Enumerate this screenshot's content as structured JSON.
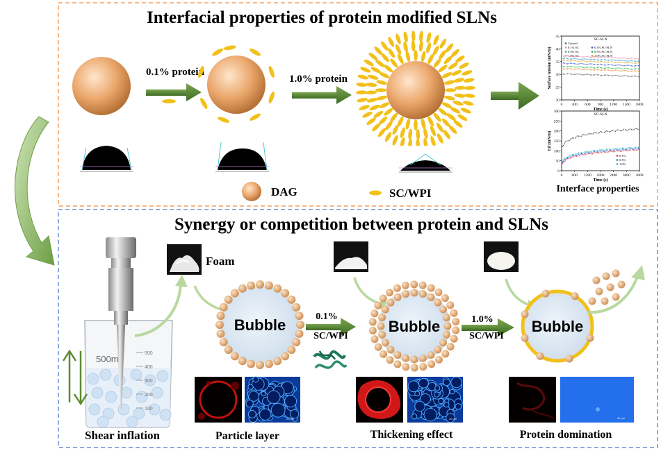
{
  "top_panel": {
    "title": "Interfacial properties of protein modified SLNs",
    "arrow1_label": "0.1% protein",
    "arrow2_label": "1.0% protein",
    "legend_dag": "DAG",
    "legend_protein": "SC/WPI",
    "interface_caption": "Interface properties"
  },
  "bottom_panel": {
    "title": "Synergy or competition between protein and SLNs",
    "foam_label": "Foam",
    "bubble_label": "Bubble",
    "arrow1_pct": "0.1%",
    "arrow1_protein": "SC/WPI",
    "arrow2_pct": "1.0%",
    "arrow2_protein": "SC/WPI",
    "beaker_label": "500ml",
    "beaker_ticks": [
      "500",
      "400",
      "300",
      "200",
      "100"
    ],
    "caption_shear": "Shear inflation",
    "caption_particle": "Particle layer",
    "caption_thickening": "Thickening effect",
    "caption_protein": "Protein domination"
  },
  "mini_chart_top": {
    "title": "SC-SLN",
    "ylabel": "Surface tension (mN/m)",
    "xlabel": "Time (s)",
    "y_ticks": [
      "45",
      "40",
      "35",
      "30",
      "25",
      "20"
    ],
    "x_ticks": [
      "0",
      "300",
      "600",
      "900",
      "1200",
      "1500",
      "1800"
    ],
    "legend": [
      "Control",
      "0.1% SC",
      "0.5% SC",
      "1.0% SC",
      "0.1% SC-SLN",
      "0.5% SC-SLN",
      "1.0% SC-SLN"
    ]
  },
  "mini_chart_bottom": {
    "title": "SC-SLN",
    "ylabel": "Ed (mN/m)",
    "xlabel": "Time (s)",
    "y_ticks": [
      "300",
      "250",
      "200",
      "150",
      "100",
      "50",
      "0"
    ],
    "x_ticks": [
      "0",
      "600",
      "1200",
      "1800",
      "2400",
      "3000",
      "3600"
    ],
    "legend": [
      "0.1%",
      "0.5%",
      "1.0%"
    ]
  },
  "colors": {
    "top_border": "#f0a060",
    "bottom_border": "#6a8fd0",
    "arrow_green": "#4a7a2a",
    "light_arrow": "#b8d8a0",
    "dag_orange": "#e8a868",
    "protein_yellow": "#f2c01a",
    "bubble_fill": "#dde8f2"
  }
}
